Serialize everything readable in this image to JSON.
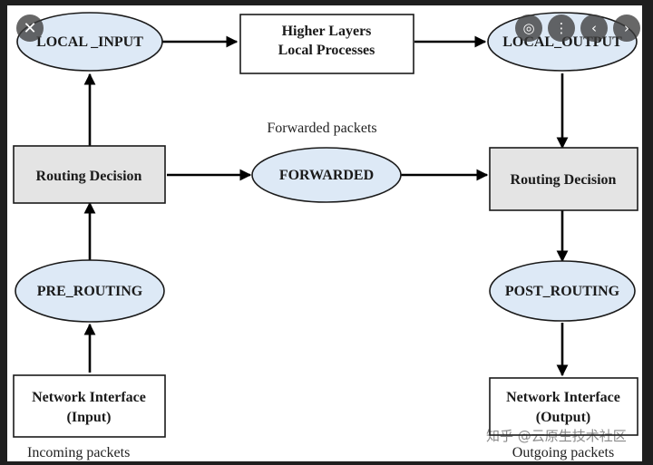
{
  "diagram": {
    "nodes": {
      "local_input": "LOCAL _INPUT",
      "higher_layers_line1": "Higher Layers",
      "higher_layers_line2": "Local Processes",
      "local_output": "LOCAL_OUTPUT",
      "routing_decision_left": "Routing Decision",
      "forwarded": "FORWARDED",
      "routing_decision_right": "Routing Decision",
      "pre_routing": "PRE_ROUTING",
      "post_routing": "POST_ROUTING",
      "netif_in_line1": "Network Interface",
      "netif_in_line2": "(Input)",
      "netif_out_line1": "Network Interface",
      "netif_out_line2": "(Output)"
    },
    "captions": {
      "forwarded_packets": "Forwarded packets",
      "incoming_packets": "Incoming packets",
      "outgoing_packets": "Outgoing packets"
    },
    "edges": [
      [
        "netif_in",
        "pre_routing"
      ],
      [
        "pre_routing",
        "routing_left"
      ],
      [
        "routing_left",
        "local_input"
      ],
      [
        "local_input",
        "higher_layers"
      ],
      [
        "higher_layers",
        "local_output"
      ],
      [
        "routing_left",
        "forwarded"
      ],
      [
        "forwarded",
        "routing_right"
      ],
      [
        "local_output",
        "routing_right"
      ],
      [
        "routing_right",
        "post_routing"
      ],
      [
        "post_routing",
        "netif_out"
      ]
    ]
  },
  "viewer": {
    "close_icon": "close-icon",
    "controls": [
      "lens-icon",
      "more-icon",
      "prev-icon",
      "next-icon"
    ],
    "watermark": "知乎 @云原生技术社区"
  }
}
